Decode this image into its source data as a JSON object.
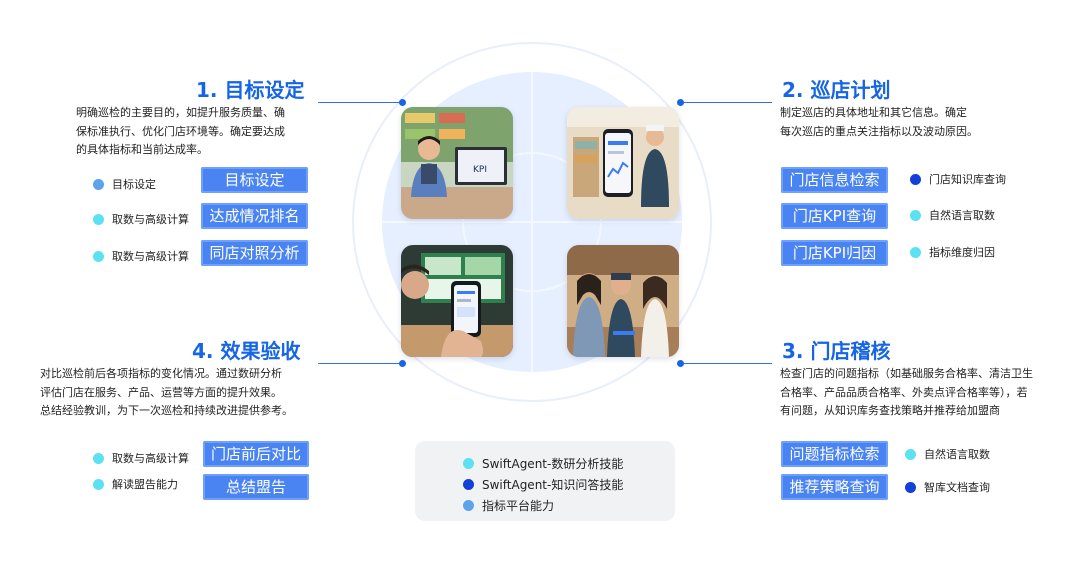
{
  "colors": {
    "accent": "#1565e6",
    "button": "#4a84f2",
    "skill_data": "#5ce1f2",
    "skill_qa": "#1240d8",
    "platform": "#5ba4ea"
  },
  "sections": {
    "s1": {
      "title": "1. 目标设定",
      "desc": [
        "明确巡检的主要目的，如提升服务质量、确",
        "保标准执行、优化门店环境等。确定要达成",
        "的具体指标和当前达成率。"
      ],
      "rows": [
        {
          "label": "目标设定",
          "button": "目标设定",
          "dot": "platform"
        },
        {
          "label": "取数与高级计算",
          "button": "达成情况排名",
          "dot": "skill_data"
        },
        {
          "label": "取数与高级计算",
          "button": "同店对照分析",
          "dot": "skill_data"
        }
      ]
    },
    "s2": {
      "title": "2. 巡店计划",
      "desc": [
        "制定巡店的具体地址和其它信息。确定",
        "每次巡店的重点关注指标以及波动原因。"
      ],
      "rows": [
        {
          "button": "门店信息检索",
          "label": "门店知识库查询",
          "dot": "skill_qa"
        },
        {
          "button": "门店KPI查询",
          "label": "自然语言取数",
          "dot": "skill_data"
        },
        {
          "button": "门店KPI归因",
          "label": "指标维度归因",
          "dot": "skill_data"
        }
      ]
    },
    "s3": {
      "title": "3. 门店稽核",
      "desc": [
        "检查门店的问题指标（如基础服务合格率、清洁卫生",
        "合格率、产品品质合格率、外卖点评合格率等），若",
        "有问题，从知识库务查找策略并推荐给加盟商"
      ],
      "rows": [
        {
          "button": "问题指标检索",
          "label": "自然语言取数",
          "dot": "skill_data"
        },
        {
          "button": "推荐策略查询",
          "label": "智库文档查询",
          "dot": "skill_qa"
        }
      ]
    },
    "s4": {
      "title": "4. 效果验收",
      "desc": [
        "对比巡检前后各项指标的变化情况。通过数研分析",
        "评估门店在服务、产品、运营等方面的提升效果。",
        "总结经验教训，为下一次巡检和持续改进提供参考。"
      ],
      "rows": [
        {
          "label": "取数与高级计算",
          "button": "门店前后对比",
          "dot": "skill_data"
        },
        {
          "label": "解读盟告能力",
          "button": "总结盟告",
          "dot": "skill_data"
        }
      ]
    }
  },
  "photos": {
    "p1_screen": "KPI"
  },
  "legend": [
    {
      "label": "SwiftAgent-数研分析技能",
      "dot": "skill_data"
    },
    {
      "label": "SwiftAgent-知识问答技能",
      "dot": "skill_qa"
    },
    {
      "label": "指标平台能力",
      "dot": "platform"
    }
  ]
}
